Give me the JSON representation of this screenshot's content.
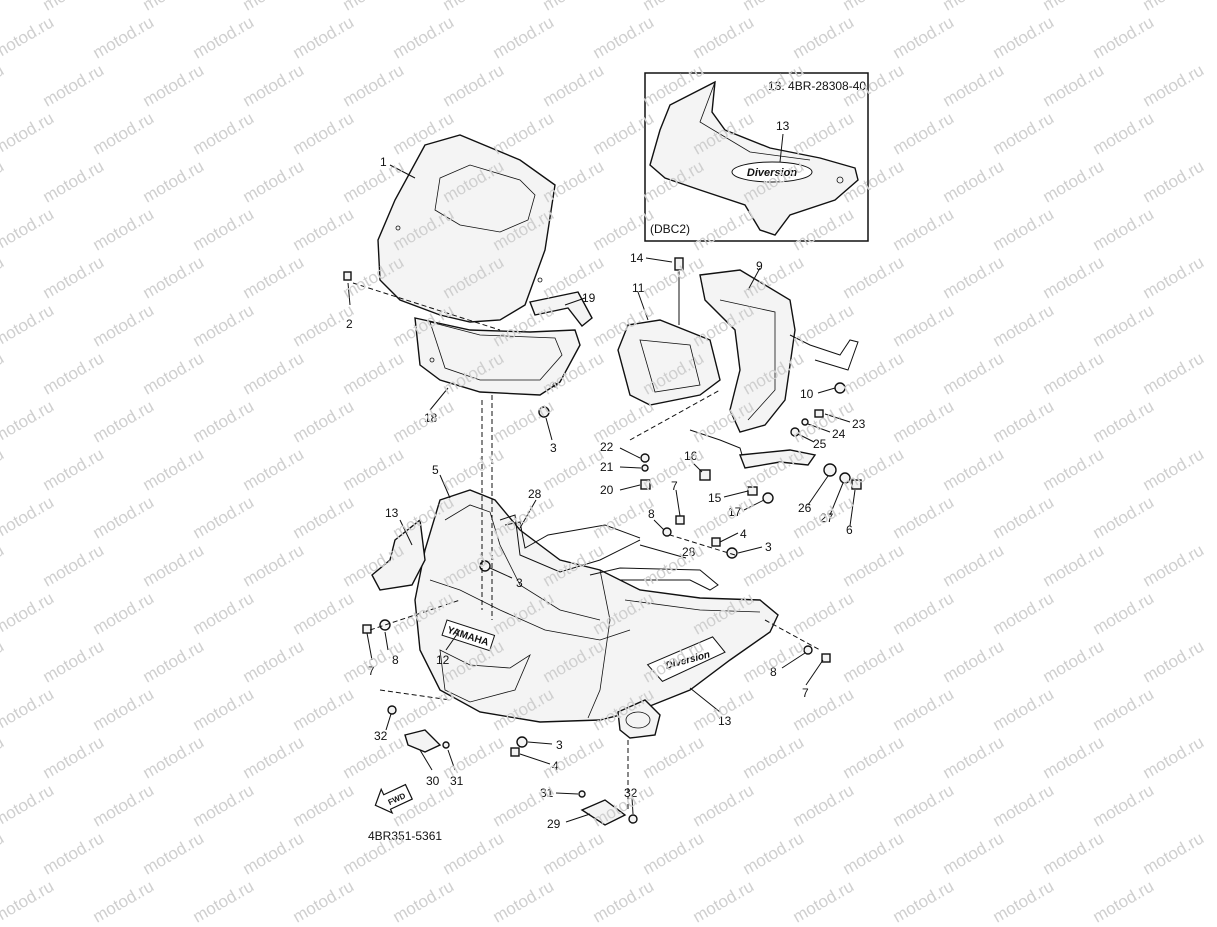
{
  "watermark": "motod.ru",
  "diagram_code": "4BR351-5361",
  "inset": {
    "part_ref": "13. 4BR-28308-40",
    "variant": "(DBC2)",
    "callout": "13",
    "logo_text": "Diversion"
  },
  "fwd_label": "FWD",
  "brand_decal": "YAMAHA",
  "side_decal": "Diversion",
  "callouts": [
    "1",
    "2",
    "19",
    "18",
    "3",
    "14",
    "9",
    "11",
    "10",
    "23",
    "24",
    "25",
    "22",
    "21",
    "16",
    "20",
    "15",
    "17",
    "26",
    "27",
    "6",
    "5",
    "28",
    "13",
    "7",
    "8",
    "4",
    "3",
    "3",
    "12",
    "8",
    "7",
    "28",
    "13",
    "7",
    "8",
    "3",
    "4",
    "32",
    "30",
    "31",
    "31",
    "32",
    "29"
  ]
}
